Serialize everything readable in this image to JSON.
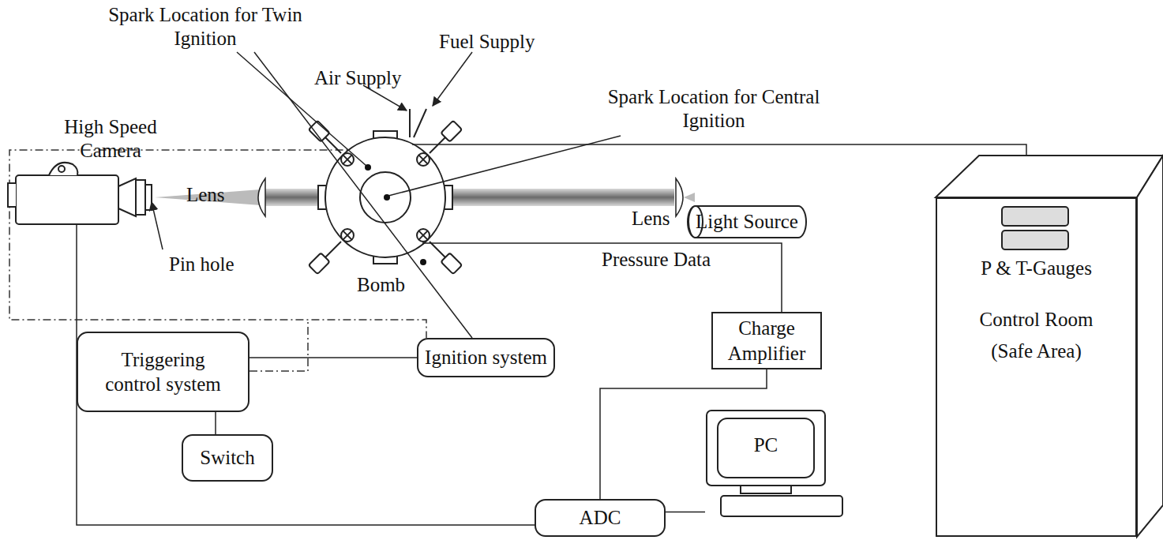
{
  "diagram": {
    "nodes": [
      {
        "text": [
          "Triggering control system"
        ]
      },
      {
        "text": [
          "Switch"
        ]
      },
      {
        "text": [
          "Ignition system"
        ]
      },
      {
        "text": [
          "Charge Amplifier"
        ]
      },
      {
        "text": [
          "PC"
        ]
      },
      {
        "text": [
          "ADC"
        ]
      },
      {
        "text": [
          "P & T-Gauges",
          "Control Room (Safe Area)"
        ]
      },
      {
        "text": [
          "Light Source"
        ]
      }
    ],
    "edges": [
      {
        "from": 1,
        "to": 0,
        "arrow": "none"
      },
      {
        "from": 0,
        "to": 2,
        "arrow": "none"
      },
      {
        "from": 3,
        "to": 5,
        "arrow": "none"
      },
      {
        "from": 5,
        "to": 4,
        "arrow": "none"
      }
    ],
    "labels": [
      "Spark Location for Twin Ignition",
      "Air Supply",
      "Fuel Supply",
      "Spark Location for Central Ignition",
      "High Speed Camera",
      "Lens",
      "Lens",
      "Pin hole",
      "Bomb",
      "Pressure Data"
    ]
  }
}
